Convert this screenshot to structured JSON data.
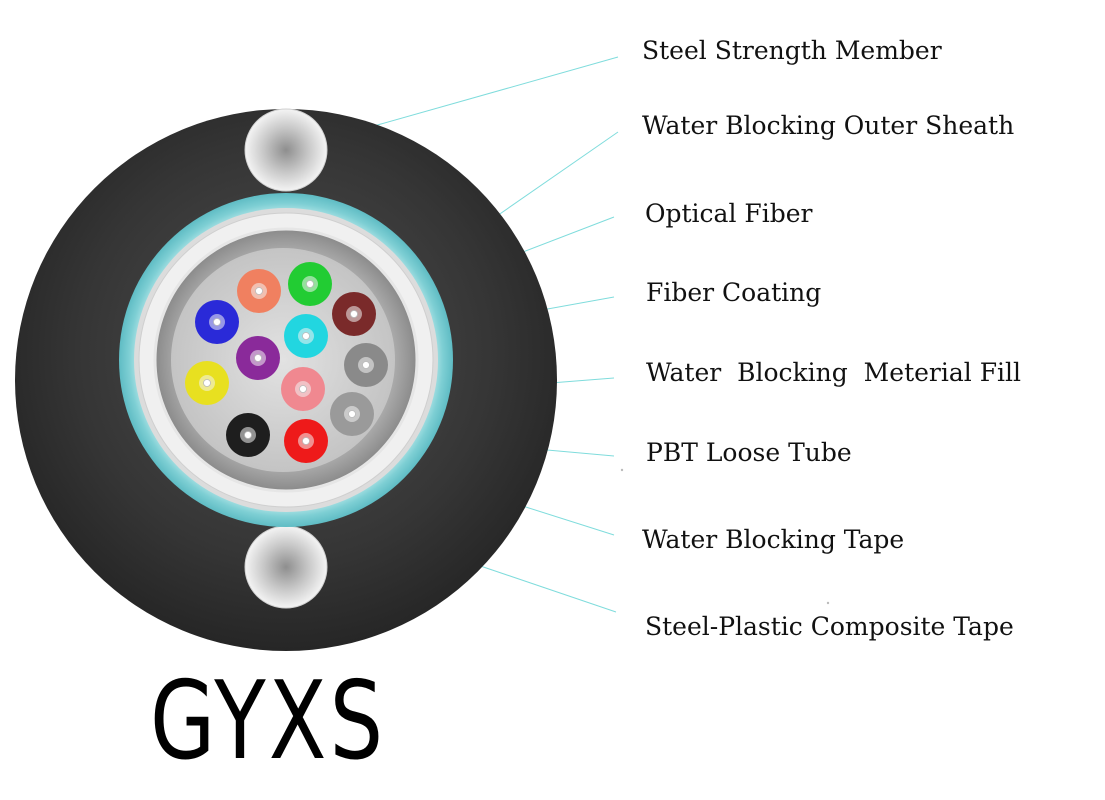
{
  "callouts": [
    {
      "label": "Steel Strength Member",
      "color": "#7fdcdc"
    },
    {
      "label": "Water Blocking Outer Sheath",
      "color": "#7fdcdc"
    },
    {
      "label": "Optical Fiber",
      "color": "#7fdcdc"
    },
    {
      "label": "Fiber Coating",
      "color": "#7fdcdc"
    },
    {
      "label": "Water  Blocking  Meterial Fill",
      "color": "#7fdcdc"
    },
    {
      "label": "PBT Loose Tube",
      "color": "#7fdcdc"
    },
    {
      "label": "Water Blocking Tape",
      "color": "#7fdcdc"
    },
    {
      "label": "Steel-Plastic Composite Tape",
      "color": "#7fdcdc"
    }
  ],
  "product_code": "GYXS",
  "colors": {
    "outer_sheath": "#2e2e2e",
    "steel_plastic_tape": "#7ecfd4",
    "water_blocking_tape": "#e8e8e8",
    "pbt_tube": "#9a9a9a",
    "gel_fill": "#c9c9c9",
    "strength_member": "#d8d8d8"
  },
  "fibers": [
    {
      "color": "#f08060",
      "name": "orange-fiber"
    },
    {
      "color": "#22cc33",
      "name": "green-fiber"
    },
    {
      "color": "#7a2a2a",
      "name": "brown-fiber"
    },
    {
      "color": "#2a2ad8",
      "name": "blue-fiber"
    },
    {
      "color": "#22d6e0",
      "name": "aqua-fiber"
    },
    {
      "color": "#8a2a9a",
      "name": "violet-fiber"
    },
    {
      "color": "#8a8a8a",
      "name": "slate-fiber"
    },
    {
      "color": "#e8e020",
      "name": "yellow-fiber"
    },
    {
      "color": "#f08890",
      "name": "rose-fiber"
    },
    {
      "color": "#9a9a9a",
      "name": "gray-fiber"
    },
    {
      "color": "#1e1e1e",
      "name": "black-fiber"
    },
    {
      "color": "#ee1a1a",
      "name": "red-fiber"
    }
  ]
}
